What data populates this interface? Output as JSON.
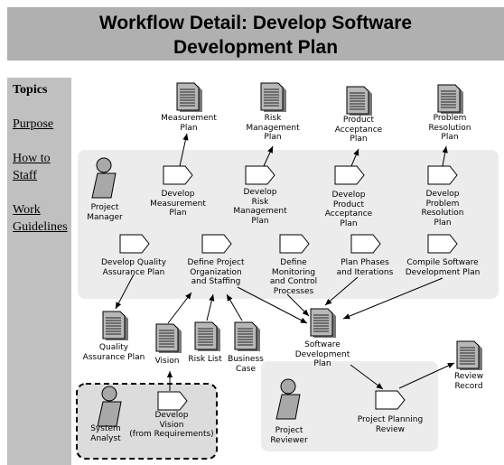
{
  "page_title": {
    "line1": "Workflow Detail: Develop Software",
    "line2": "Development Plan"
  },
  "sidebar": {
    "heading": "Topics",
    "links": [
      [
        "Purpose"
      ],
      [
        "How to",
        "Staff"
      ],
      [
        "Work",
        "Guidelines"
      ]
    ]
  },
  "roles": {
    "project_manager": [
      "Project",
      "Manager"
    ],
    "system_analyst": [
      "System",
      "Analyst"
    ],
    "project_reviewer": [
      "Project",
      "Reviewer"
    ]
  },
  "activities": {
    "develop_measurement_plan": [
      "Develop",
      "Measurement",
      "Plan"
    ],
    "develop_risk_management_plan": [
      "Develop",
      "Risk",
      "Management",
      "Plan"
    ],
    "develop_product_acceptance_plan": [
      "Develop",
      "Product",
      "Acceptance",
      "Plan"
    ],
    "develop_problem_resolution_plan": [
      "Develop",
      "Problem",
      "Resolution",
      "Plan"
    ],
    "develop_quality_assurance_plan": [
      "Develop Quality",
      "Assurance Plan"
    ],
    "define_project_organization": [
      "Define Project",
      "Organization",
      "and Staffing"
    ],
    "define_monitoring": [
      "Define",
      "Monitoring",
      "and Control",
      "Processes"
    ],
    "plan_phases": [
      "Plan Phases",
      "and Iterations"
    ],
    "compile_sdp": [
      "Compile Software",
      "Development Plan"
    ],
    "develop_vision": [
      "Develop",
      "Vision",
      "(from Requirements)"
    ],
    "project_planning_review": [
      "Project Planning",
      "Review"
    ]
  },
  "artifacts": {
    "measurement_plan": [
      "Measurement",
      "Plan"
    ],
    "risk_management_plan": [
      "Risk",
      "Management",
      "Plan"
    ],
    "product_acceptance_plan": [
      "Product",
      "Acceptance",
      "Plan"
    ],
    "problem_resolution_plan": [
      "Problem",
      "Resolution",
      "Plan"
    ],
    "quality_assurance_plan": [
      "Quality",
      "Assurance Plan"
    ],
    "vision": [
      "Vision"
    ],
    "risk_list": [
      "Risk List"
    ],
    "business_case": [
      "Business",
      "Case"
    ],
    "software_development_plan": [
      "Software",
      "Development",
      "Plan"
    ],
    "review_record": [
      "Review",
      "Record"
    ]
  }
}
